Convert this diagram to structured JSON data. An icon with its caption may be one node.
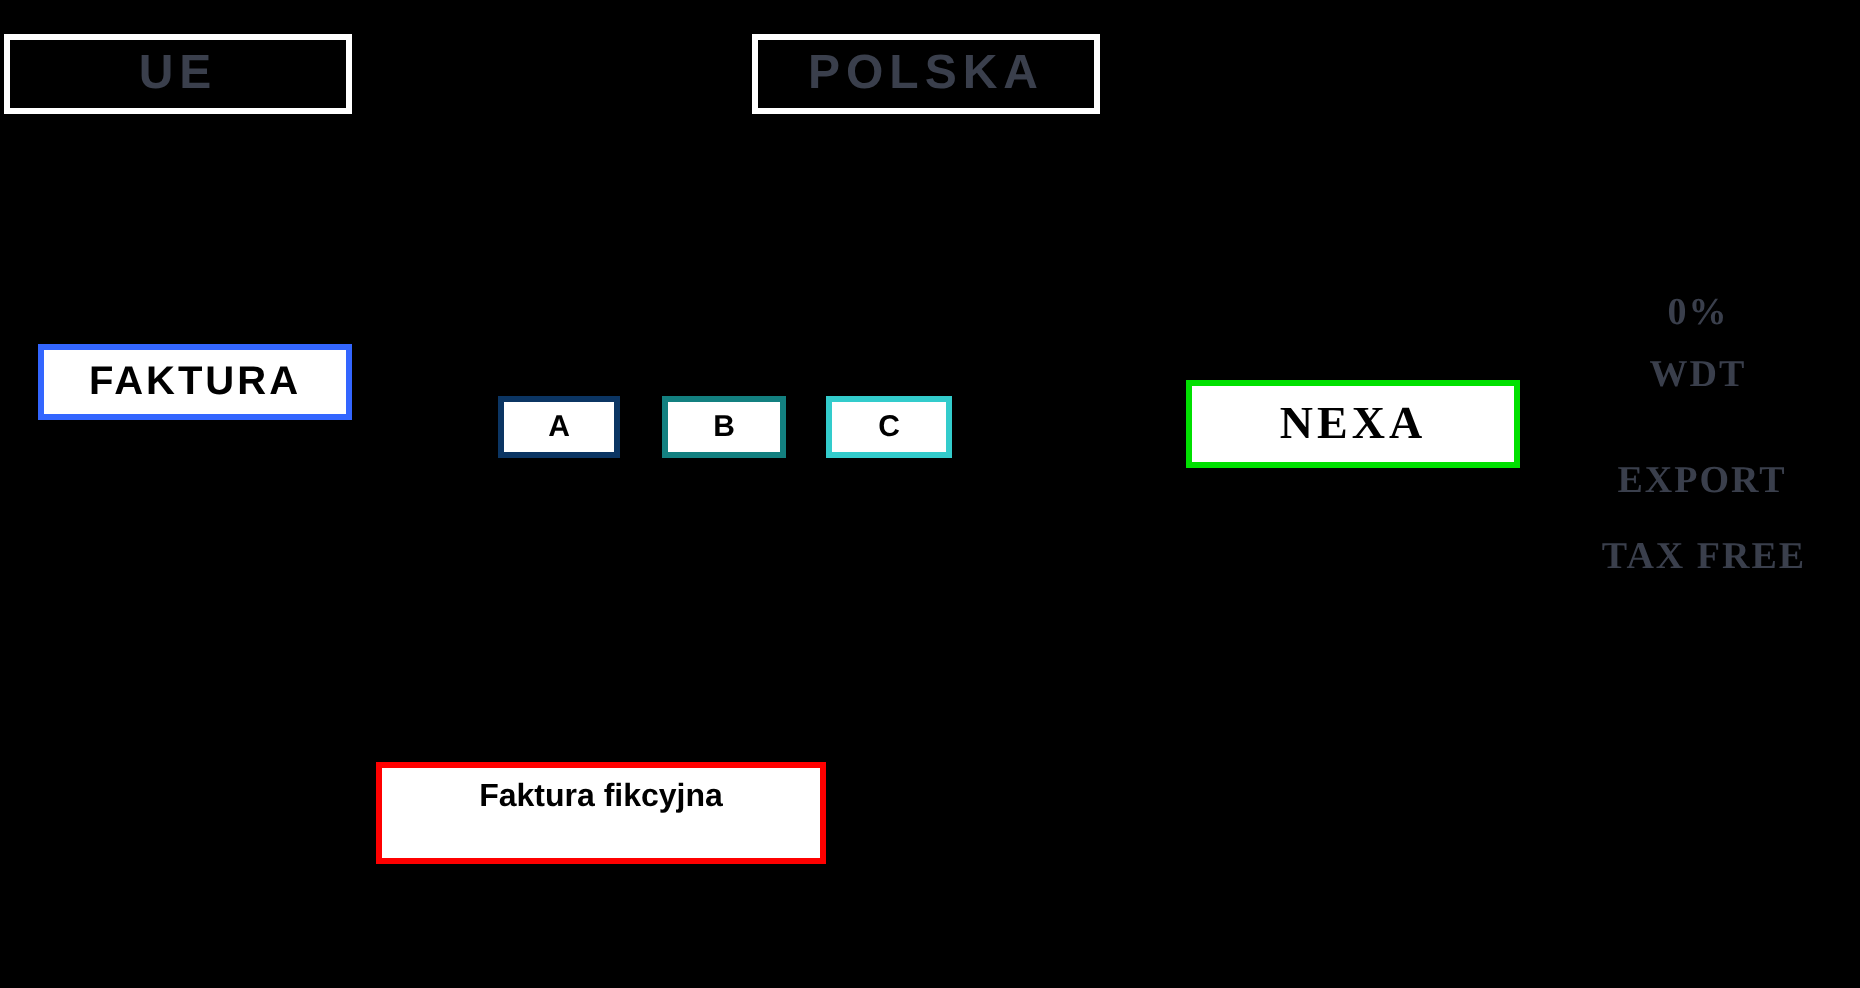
{
  "diagram": {
    "nodes": [
      {
        "text": [
          "UE"
        ]
      },
      {
        "text": [
          "POLSKA"
        ]
      },
      {
        "text": [
          "FAKTURA"
        ]
      },
      {
        "text": [
          "A"
        ]
      },
      {
        "text": [
          "B"
        ]
      },
      {
        "text": [
          "C"
        ]
      },
      {
        "text": [
          "NEXA"
        ]
      },
      {
        "text": [
          "Faktura fikcyjna"
        ]
      }
    ],
    "labels": [
      "0%",
      "WDT",
      "EXPORT",
      "TAX FREE"
    ]
  }
}
